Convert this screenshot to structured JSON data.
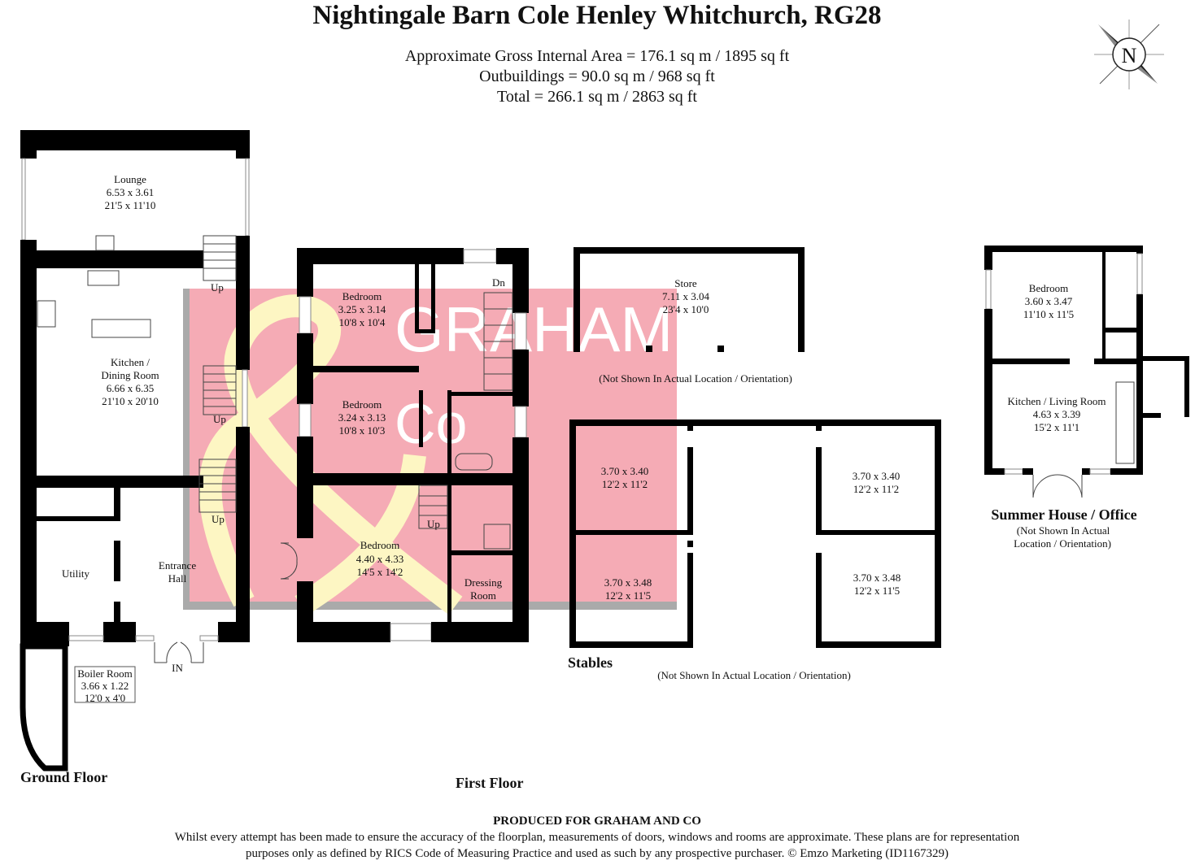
{
  "header": {
    "title": "Nightingale Barn Cole Henley Whitchurch, RG28",
    "area_lines": [
      "Approximate Gross Internal Area = 176.1 sq m / 1895 sq ft",
      "Outbuildings = 90.0 sq m / 968 sq ft",
      "Total = 266.1 sq m / 2863 sq ft"
    ]
  },
  "compass": {
    "label": "N"
  },
  "watermark": {
    "line1": "GRAHAM",
    "line2": "Co",
    "colors": {
      "pink": "#f5abb5",
      "yellow": "#fdf6c3",
      "gray": "#aaaaaa"
    }
  },
  "ground_floor": {
    "label": "Ground Floor",
    "rooms": {
      "lounge": {
        "name": [
          "Lounge"
        ],
        "metric": "6.53 x 3.61",
        "imperial": "21'5 x 11'10"
      },
      "kitchen": {
        "name": [
          "Kitchen /",
          "Dining Room"
        ],
        "metric": "6.66 x 6.35",
        "imperial": "21'10 x 20'10"
      },
      "utility": {
        "name": [
          "Utility"
        ]
      },
      "entrance_hall": {
        "name": [
          "Entrance",
          "Hall"
        ]
      },
      "boiler_room": {
        "name": [
          "Boiler Room"
        ],
        "metric": "3.66 x 1.22",
        "imperial": "12'0 x 4'0"
      }
    },
    "stairs": [
      "Up",
      "Up",
      "Up"
    ],
    "entrance_label": "IN"
  },
  "first_floor": {
    "label": "First Floor",
    "rooms": {
      "bedroom1": {
        "name": [
          "Bedroom"
        ],
        "metric": "3.25 x 3.14",
        "imperial": "10'8 x 10'4"
      },
      "bedroom2": {
        "name": [
          "Bedroom"
        ],
        "metric": "3.24 x 3.13",
        "imperial": "10'8 x 10'3"
      },
      "bedroom3": {
        "name": [
          "Bedroom"
        ],
        "metric": "4.40 x 4.33",
        "imperial": "14'5 x 14'2"
      },
      "dressing": {
        "name": [
          "Dressing",
          "Room"
        ]
      }
    },
    "stairs": [
      "Dn",
      "Up"
    ]
  },
  "store": {
    "name": "Store",
    "metric": "7.11 x 3.04",
    "imperial": "23'4 x 10'0",
    "note": "(Not Shown In Actual Location / Orientation)"
  },
  "stables": {
    "label": "Stables",
    "note": "(Not Shown In Actual Location / Orientation)",
    "boxes": [
      {
        "metric": "3.70 x 3.40",
        "imperial": "12'2 x 11'2"
      },
      {
        "metric": "3.70 x 3.48",
        "imperial": "12'2 x 11'5"
      },
      {
        "metric": "3.70 x 3.40",
        "imperial": "12'2 x 11'2"
      },
      {
        "metric": "3.70 x 3.48",
        "imperial": "12'2 x 11'5"
      }
    ]
  },
  "summer_house": {
    "label": "Summer House / Office",
    "note_lines": [
      "(Not Shown In Actual",
      "Location / Orientation)"
    ],
    "rooms": {
      "bedroom": {
        "name": "Bedroom",
        "metric": "3.60 x 3.47",
        "imperial": "11'10 x 11'5"
      },
      "kitchen_living": {
        "name": "Kitchen / Living Room",
        "metric": "4.63 x 3.39",
        "imperial": "15'2 x 11'1"
      }
    }
  },
  "footer": {
    "produced": "PRODUCED FOR GRAHAM AND CO",
    "disclaimer": [
      "Whilst every attempt has been made to ensure the accuracy of the floorplan, measurements of doors, windows and rooms are approximate. These plans are for representation",
      "purposes only as defined by RICS Code of Measuring Practice and used as such by any prospective purchaser. © Emzo Marketing (ID1167329)"
    ]
  }
}
